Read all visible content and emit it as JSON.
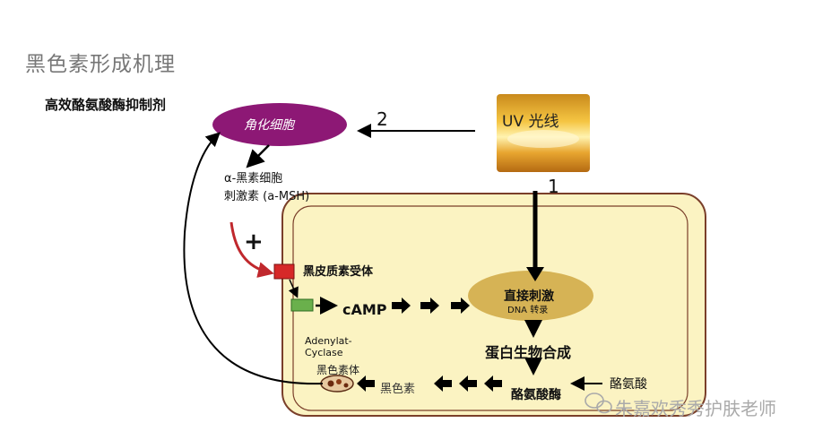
{
  "title": "黑色素形成机理",
  "subtitle": "高效酪氨酸酶抑制剂",
  "uv": {
    "label": "UV 光线"
  },
  "keratinocyte": {
    "label": "角化细胞"
  },
  "step_numbers": {
    "two": "2",
    "one": "1"
  },
  "msh": {
    "line1": "α-黑素细胞",
    "line2": "刺激素 (a-MSH)"
  },
  "plus_sign": "+",
  "receptor": {
    "label": "黑皮质素受体"
  },
  "camp": {
    "label": "cAMP"
  },
  "nucleus": {
    "line1": "直接刺激",
    "line2": "DNA 转录"
  },
  "adenylate_cyclase": {
    "line1": "Adenylat-",
    "line2": "Cyclase"
  },
  "protein_synthesis": {
    "label": "蛋白生物合成"
  },
  "tyrosine": {
    "label": "酪氨酸"
  },
  "tyrosinase": {
    "label": "酪氨酸酶"
  },
  "melanin": {
    "label": "黑色素"
  },
  "melanosome": {
    "label": "黑色素体"
  },
  "watermark": {
    "text": "朱嘉欢秀秀护肤老师"
  },
  "colors": {
    "cell_fill": "#fbf3c2",
    "cell_border": "#7a3f2a",
    "keratinocyte": "#8d1875",
    "nucleus": "#d6b355",
    "receptor": "#d62828",
    "cyclase": "#6ab04c",
    "plus_arrow": "#c0282d"
  }
}
